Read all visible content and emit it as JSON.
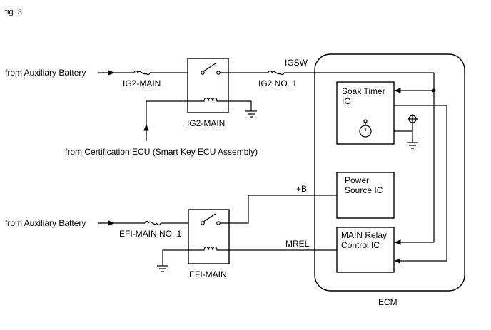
{
  "figure_label": "fig. 3",
  "sources": {
    "aux_battery_top": "from Auxiliary Battery",
    "aux_battery_bottom": "from Auxiliary Battery",
    "certification_ecu": "from Certification ECU (Smart Key ECU Assembly)"
  },
  "fuses": {
    "ig2_main": "IG2-MAIN",
    "ig2_no1": "IG2 NO. 1",
    "efi_main_no1": "EFI-MAIN NO. 1"
  },
  "relays": {
    "ig2_main": "IG2-MAIN",
    "efi_main": "EFI-MAIN"
  },
  "signals": {
    "igsw": "IGSW",
    "plus_b": "+B",
    "mrel": "MREL"
  },
  "ecu": {
    "label": "ECM",
    "soak_timer": [
      "Soak Timer",
      "IC"
    ],
    "power_source": [
      "Power",
      "Source IC"
    ],
    "main_relay": [
      "MAIN Relay",
      "Control IC"
    ]
  }
}
